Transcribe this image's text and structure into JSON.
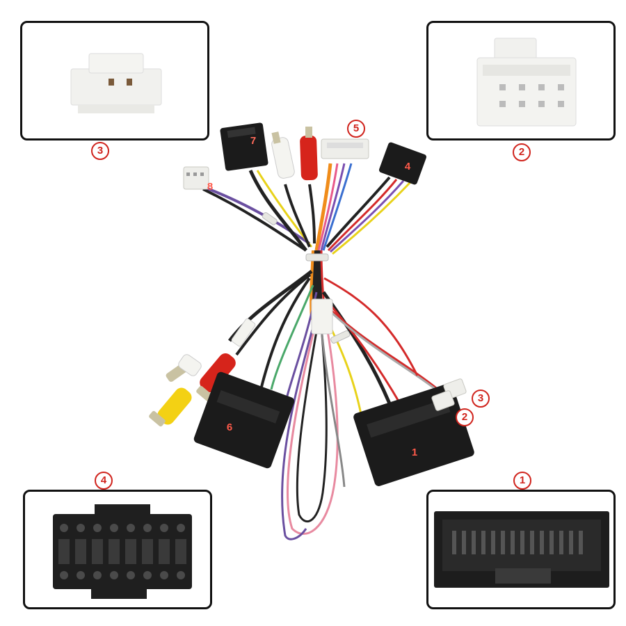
{
  "callouts": [
    {
      "id": "callout-3-label",
      "text": "3"
    },
    {
      "id": "callout-2-label",
      "text": "2"
    },
    {
      "id": "callout-4-label",
      "text": "4"
    },
    {
      "id": "callout-1-label",
      "text": "1"
    }
  ],
  "harness_labels": {
    "l7": "7",
    "l5": "5",
    "l4": "4",
    "l8": "8",
    "l6": "6",
    "l1": "1",
    "l3": "3",
    "l2": "2"
  },
  "colors": {
    "badge": "#d0231c",
    "connector_black": "#1b1b1b",
    "connector_white": "#eeeeea"
  }
}
